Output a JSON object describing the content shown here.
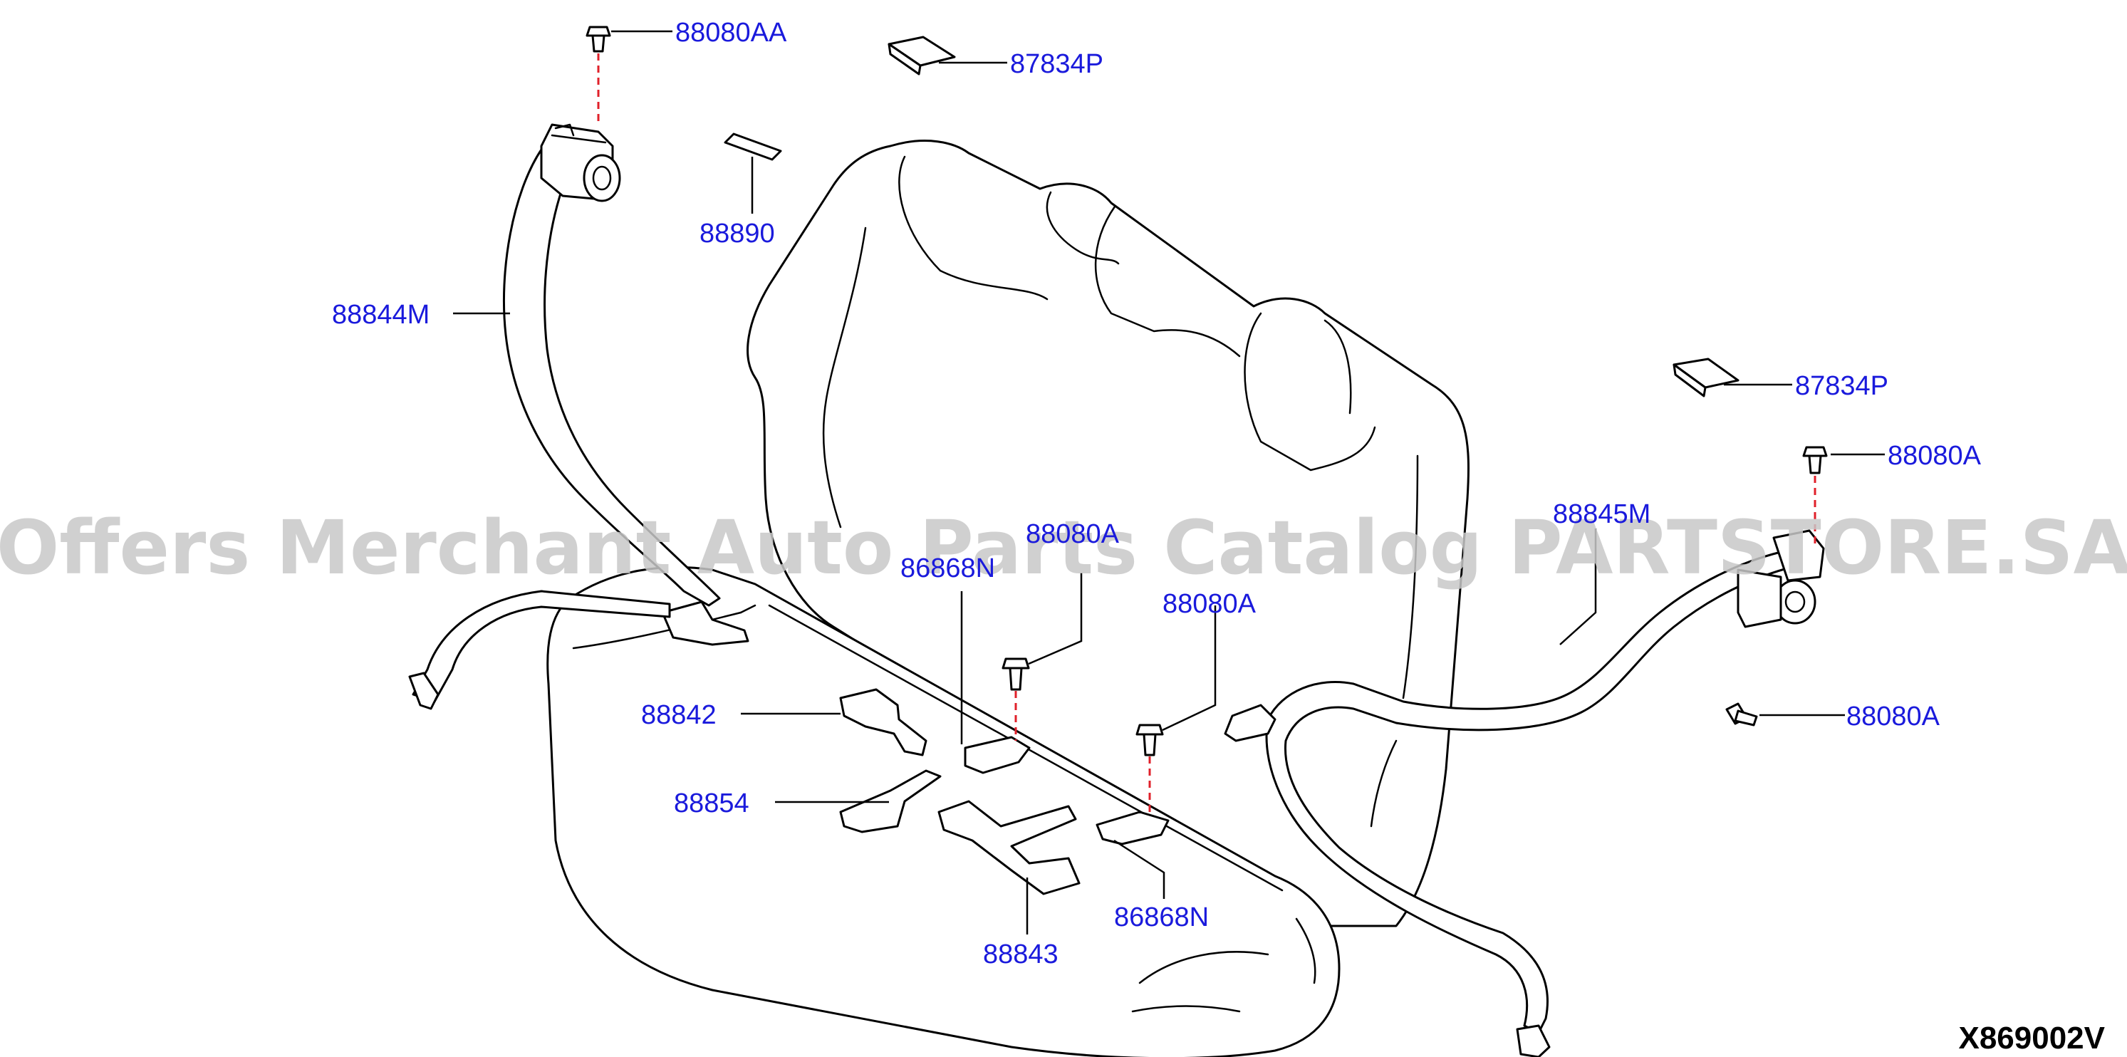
{
  "callouts": {
    "p88080aa": "88080AA",
    "p87834p_top": "87834P",
    "p88890": "88890",
    "p88844m": "88844M",
    "p87834p_right": "87834P",
    "p88080a_right_top": "88080A",
    "p88845m": "88845M",
    "p88080a_mid_left": "88080A",
    "p86868n_top": "86868N",
    "p88080a_mid": "88080A",
    "p88080a_right_bottom": "88080A",
    "p88842": "88842",
    "p88854": "88854",
    "p86868n_bottom": "86868N",
    "p88843": "88843"
  },
  "diagram_id": "X869002V",
  "watermark": "Offers Merchant Auto Parts Catalog PARTSTORE.SA",
  "colors": {
    "callout_text": "#1a1adc",
    "line_art": "#000000",
    "alignment_line": "#e0202a",
    "watermark": "#c8c8c8"
  }
}
